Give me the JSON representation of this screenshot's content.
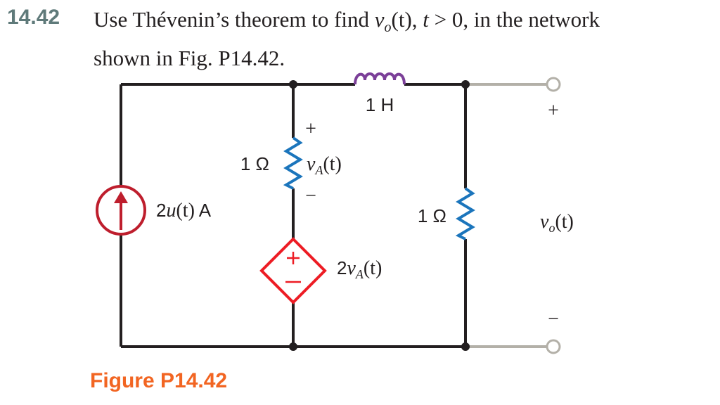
{
  "problem": {
    "number": "14.42",
    "line1_pre": "Use Thévenin’s theorem to find ",
    "line1_var": "v",
    "line1_sub": "o",
    "line1_t": "(t), ",
    "line1_cond": "t",
    "line1_post": " > 0, in the network",
    "line2": "shown in Fig. P14.42."
  },
  "circuit": {
    "inductor_label": "1 H",
    "resistor_a_label": "1 Ω",
    "resistor_a_plus": "+",
    "resistor_a_minus": "−",
    "vA_var": "v",
    "vA_sub": "A",
    "vA_t": "(t)",
    "current_source_label_pre": "2",
    "current_source_label_var": "u",
    "current_source_label_t": "(t)",
    "current_source_label_unit": " A",
    "dependent_source_label_coef": "2",
    "dependent_source_var": "v",
    "dependent_source_sub": "A",
    "dependent_source_t": "(t)",
    "resistor_b_label": "1 Ω",
    "output_plus": "+",
    "output_minus": "−",
    "vo_var": "v",
    "vo_sub": "o",
    "vo_t": "(t)"
  },
  "caption": "Figure P14.42",
  "colors": {
    "wire": "#231f20",
    "resistor": "#1b75bc",
    "inductor": "#7b3f98",
    "current_source": "#be1e2d",
    "dependent_source": "#ed1c24",
    "terminal_wire": "#b3b0a8",
    "caption": "#f26522",
    "problem_number": "#5f7a7a"
  }
}
